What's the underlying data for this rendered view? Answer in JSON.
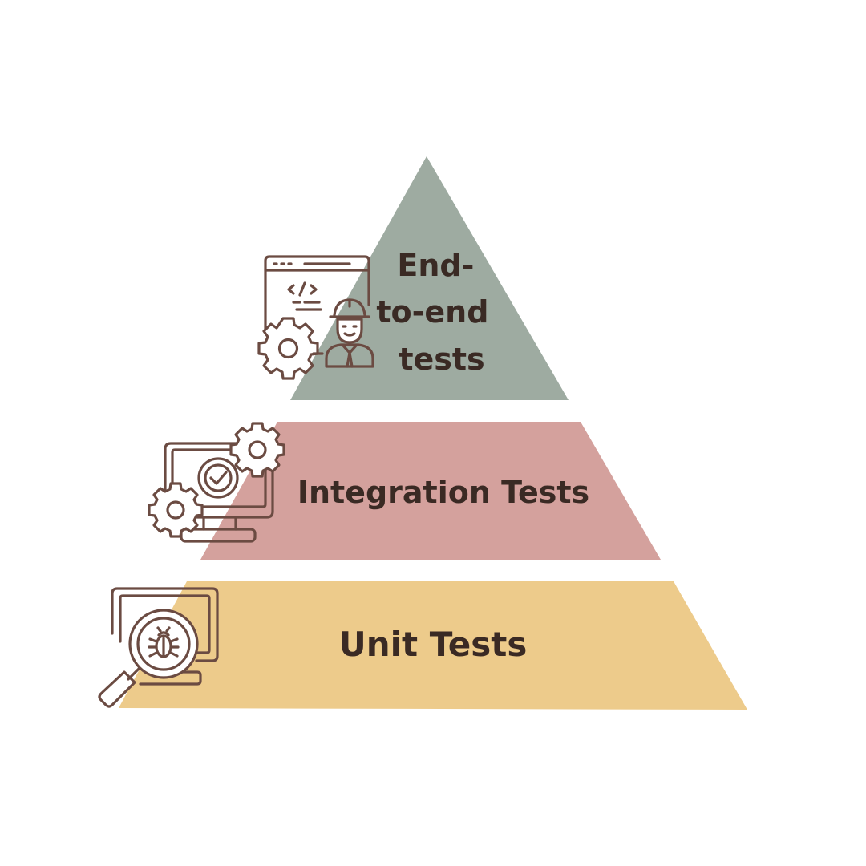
{
  "pyramid": {
    "tiers": [
      {
        "id": "e2e",
        "label_lines": [
          "End-",
          "to-end",
          "tests"
        ],
        "color": "#9eaba1",
        "icon": "developer-with-code-window-and-gear-icon"
      },
      {
        "id": "integration",
        "label_lines": [
          "Integration Tests"
        ],
        "color": "#d4a19d",
        "icon": "monitor-with-checkmark-and-gears-icon"
      },
      {
        "id": "unit",
        "label_lines": [
          "Unit Tests"
        ],
        "color": "#edcb8b",
        "icon": "monitor-with-magnifier-bug-icon"
      }
    ],
    "label_color": "#3a2a24",
    "icon_color": "#6b4b42"
  }
}
